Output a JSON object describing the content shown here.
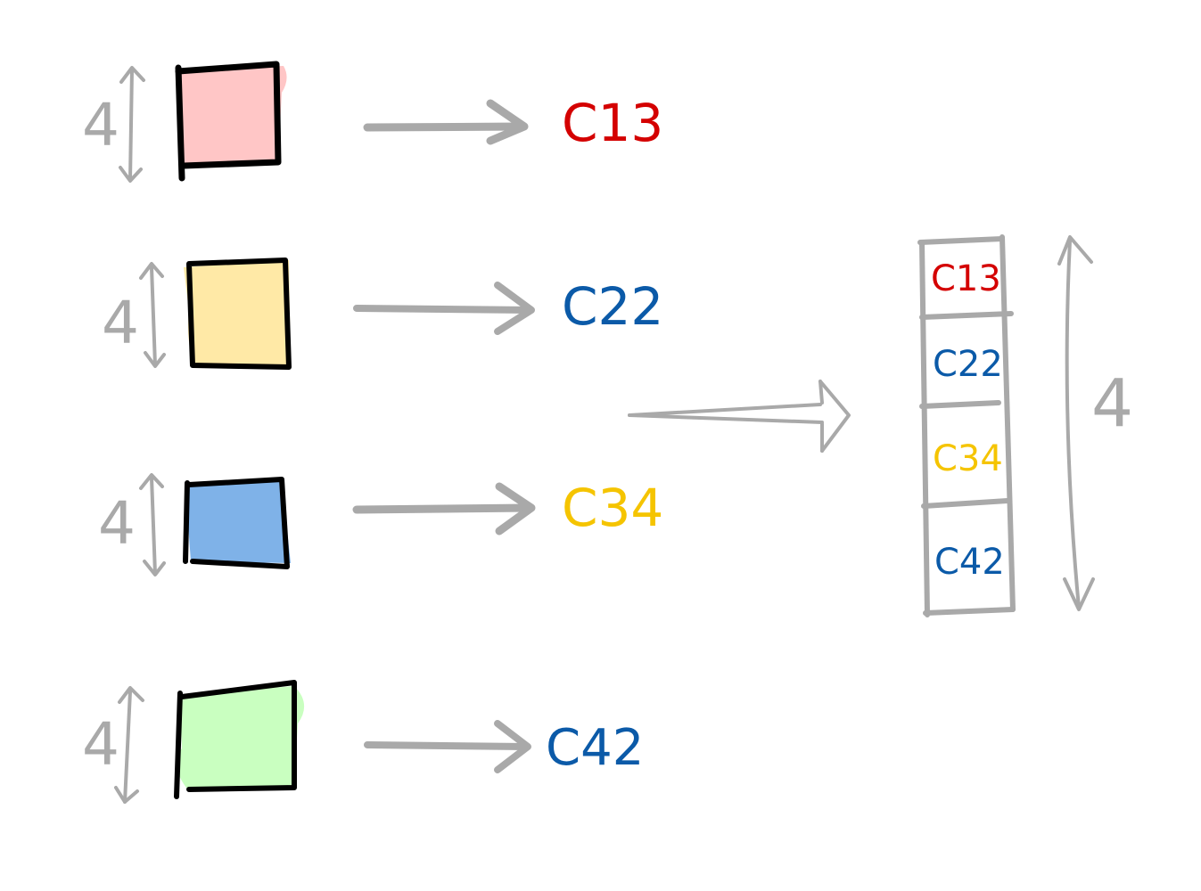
{
  "colors": {
    "gray": "#a9a9a9",
    "red": "#d40000",
    "blue": "#0b5aa8",
    "yellow": "#f5c400",
    "pink_fill": "#ffc6c6",
    "yellow_fill": "#ffe9a6",
    "blue_fill": "#7fb2e8",
    "green_fill": "#c9ffc0"
  },
  "blocks": [
    {
      "dim": "4",
      "label": "C13",
      "fill": "#ffc6c6",
      "label_color": "#d40000"
    },
    {
      "dim": "4",
      "label": "C22",
      "fill": "#ffe9a6",
      "label_color": "#0b5aa8"
    },
    {
      "dim": "4",
      "label": "C34",
      "fill": "#7fb2e8",
      "label_color": "#f5c400"
    },
    {
      "dim": "4",
      "label": "C42",
      "fill": "#c9ffc0",
      "label_color": "#0b5aa8"
    }
  ],
  "stack": {
    "cells": [
      {
        "label": "C13",
        "color": "#d40000"
      },
      {
        "label": "C22",
        "color": "#0b5aa8"
      },
      {
        "label": "C34",
        "color": "#f5c400"
      },
      {
        "label": "C42",
        "color": "#0b5aa8"
      }
    ],
    "dim": "4"
  }
}
